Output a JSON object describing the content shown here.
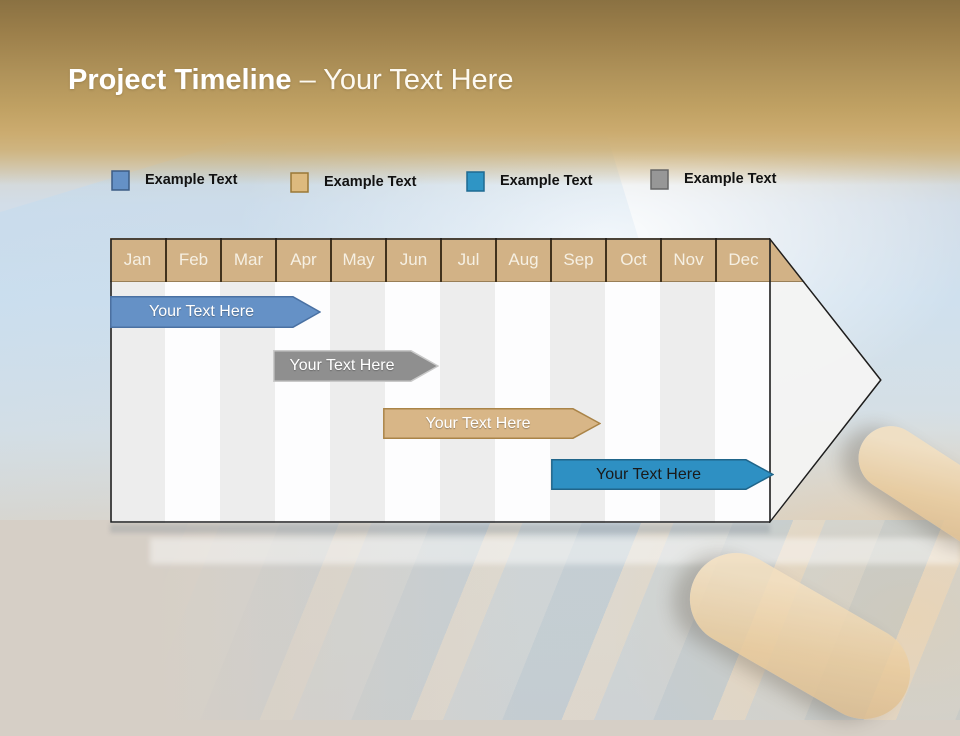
{
  "slide": {
    "title": {
      "bold": "Project Timeline",
      "rest": "– Your Text Here"
    }
  },
  "legend": {
    "items": [
      {
        "label": "Example Text",
        "fill": "#6591c6",
        "border": "#3d5c85"
      },
      {
        "label": "Example Text",
        "fill": "#ddba7e",
        "border": "#9a7836"
      },
      {
        "label": "Example Text",
        "fill": "#2f95c5",
        "border": "#1f6a92"
      },
      {
        "label": "Example Text",
        "fill": "#979797",
        "border": "#666666"
      }
    ]
  },
  "timeline": {
    "months": [
      "Jan",
      "Feb",
      "Mar",
      "Apr",
      "May",
      "Jun",
      "Jul",
      "Aug",
      "Sep",
      "Oct",
      "Nov",
      "Dec"
    ],
    "header_color": "#d2b286",
    "bars": [
      {
        "label": "Your Text Here",
        "fill": "#6591c6",
        "border": "#4a71a3",
        "text_color": "#ffffff",
        "start": "Jan",
        "end": "Mar"
      },
      {
        "label": "Your Text Here",
        "fill": "#8f8f8f",
        "border": "#c9c9c9",
        "text_color": "#ffffff",
        "start": "Apr",
        "end": "Jun"
      },
      {
        "label": "Your Text Here",
        "fill": "#d8b687",
        "border": "#aa8448",
        "text_color": "#ffffff",
        "start": "Jun",
        "end": "Sep"
      },
      {
        "label": "Your Text Here",
        "fill": "#2e90c3",
        "border": "#20658a",
        "text_color": "#1a1a1a",
        "start": "Sep",
        "end": "Dec"
      }
    ]
  },
  "chart_data": {
    "type": "bar",
    "subtype": "gantt-timeline",
    "title": "Project Timeline – Your Text Here",
    "categories": [
      "Jan",
      "Feb",
      "Mar",
      "Apr",
      "May",
      "Jun",
      "Jul",
      "Aug",
      "Sep",
      "Oct",
      "Nov",
      "Dec"
    ],
    "series": [
      {
        "name": "Your Text Here",
        "start": "Jan",
        "end": "Mar",
        "color": "#6591c6"
      },
      {
        "name": "Your Text Here",
        "start": "Apr",
        "end": "Jun",
        "color": "#8f8f8f"
      },
      {
        "name": "Your Text Here",
        "start": "Jun",
        "end": "Sep",
        "color": "#d8b687"
      },
      {
        "name": "Your Text Here",
        "start": "Sep",
        "end": "Dec",
        "color": "#2e90c3"
      }
    ],
    "legend_position": "top",
    "grid": "alternating-month-columns"
  },
  "colors": {
    "header_gold_top": "#8a7142",
    "header_gold_bottom": "#cbab6f",
    "month_band": "#d2b286",
    "column_alt": "#ededed",
    "arrow_body": "#f4f4f3"
  }
}
